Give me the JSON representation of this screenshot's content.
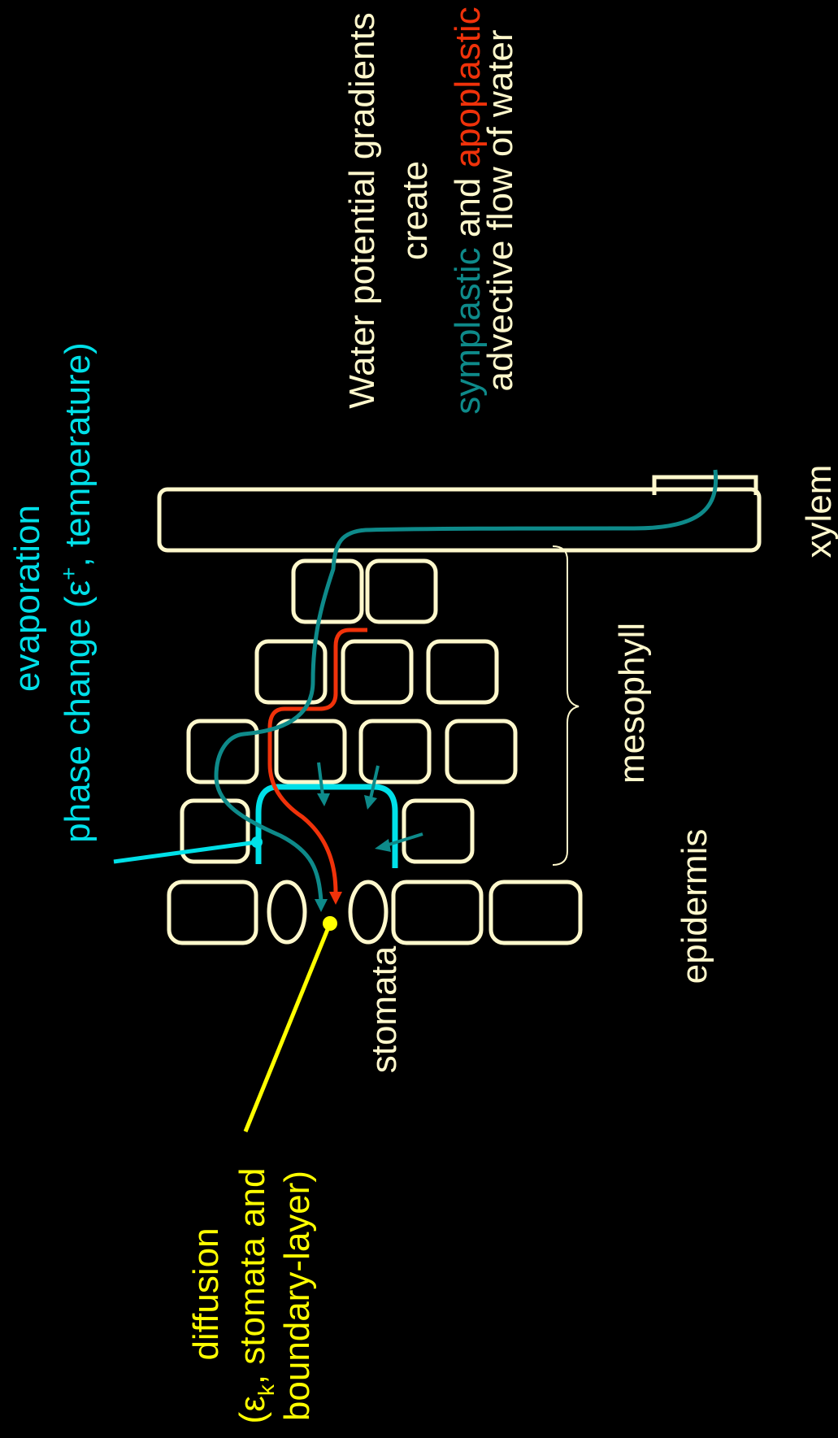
{
  "colors": {
    "background": "#000000",
    "cell": "#FFF8CC",
    "symplastic": "#0E8A8A",
    "apoplastic": "#F0320A",
    "evaporation": "#00E0E8",
    "diffusion": "#FFFF00",
    "text": "#FFF8CC"
  },
  "title": {
    "line1": "Water potential gradients",
    "line2": "create",
    "line3_symplastic": "symplastic",
    "line3_and": " and ",
    "line3_apoplastic": "apoplastic",
    "line4": "advective flow of water"
  },
  "labels": {
    "xylem": "xylem",
    "mesophyll": "mesophyll",
    "epidermis": "epidermis",
    "stomata": "stomata"
  },
  "evaporation": {
    "line1": "evaporation",
    "line2_prefix": "phase change (",
    "epsilon": "ε",
    "superscript": "+",
    "line2_suffix": ", temperature)"
  },
  "diffusion": {
    "line1": "diffusion",
    "line2_prefix": "(",
    "epsilon": "ε",
    "subscript": "k",
    "line2_suffix": ", stomata and",
    "line3": "boundary-layer)"
  }
}
